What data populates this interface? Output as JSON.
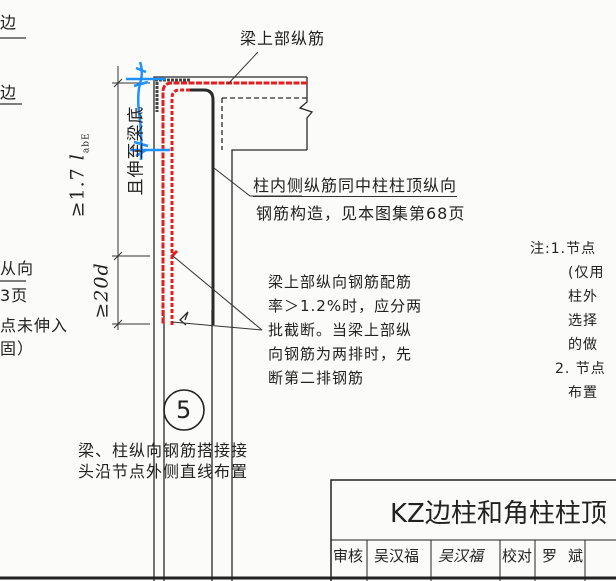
{
  "left_fragments": [
    "边",
    "边",
    "从向",
    "3页",
    "点未伸入",
    "固）"
  ],
  "labels": {
    "beam_top_bar": "梁上部纵筋",
    "inner_bar_line1": "柱内侧纵筋同中柱柱顶纵向",
    "inner_bar_line2": "钢筋构造，见本图集第68页",
    "cutoff_lines": [
      "梁上部纵向钢筋配筋",
      "率＞1.2%时，应分两",
      "批截断。当梁上部纵",
      "向钢筋为两排时，先",
      "断第二排钢筋"
    ],
    "dim_main": "≥1.7",
    "dim_main_var": "l",
    "dim_main_sub": "abE",
    "dim_extend": "且伸至梁底",
    "dim_20d": "≥20d"
  },
  "detail": {
    "number": "5",
    "caption_line1": "梁、柱纵向钢筋搭接接",
    "caption_line2": "头沿节点外侧直线布置"
  },
  "notes": {
    "prefix": "注:1.",
    "lines": [
      "节点",
      "(仅用",
      "柱外",
      "选择",
      "的做",
      "2. 节点",
      "布置"
    ]
  },
  "title_block": {
    "title": "KZ边柱和角柱柱顶",
    "cells": [
      "审核",
      "吴汉福",
      "吴汉福",
      "校对",
      "罗",
      "斌"
    ]
  },
  "colors": {
    "rebar_red": "#e02020",
    "markup_blue": "#1e90ff",
    "ink": "#2a2a2a"
  }
}
